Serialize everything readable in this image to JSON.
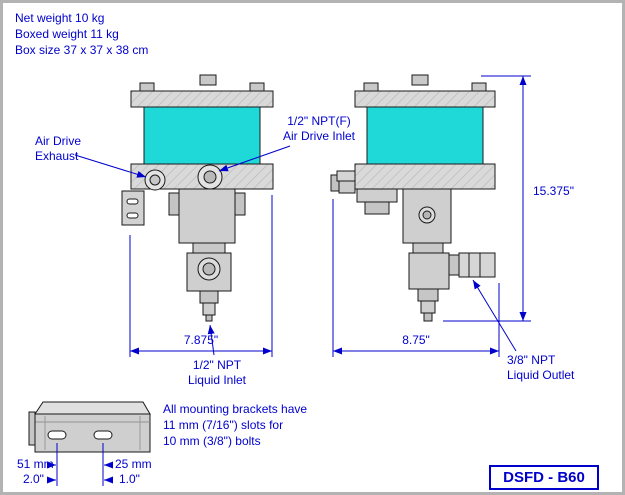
{
  "colors": {
    "label_blue": "#0000cc",
    "pump_cyan": "#1fd9d9",
    "metal_gray": "#d6d6d6",
    "outline_black": "#1a1a1a"
  },
  "notes": {
    "net_weight": "Net weight 10 kg",
    "boxed_weight": "Boxed weight 11 kg",
    "box_size": "Box size 37 x 37 x 38 cm"
  },
  "port_labels": {
    "exhaust_line1": "Air Drive",
    "exhaust_line2": "Exhaust",
    "air_inlet_line1": "1/2\" NPT(F)",
    "air_inlet_line2": "Air Drive Inlet",
    "liquid_inlet_line1": "1/2\" NPT",
    "liquid_inlet_line2": "Liquid Inlet",
    "liquid_outlet_line1": "3/8\" NPT",
    "liquid_outlet_line2": "Liquid Outlet"
  },
  "dimensions": {
    "overall_height": "15.375\"",
    "front_width": "7.875\"",
    "side_depth": "8.75\"",
    "bracket_spacing_mm": "51 mm",
    "bracket_spacing_in": "2.0\"",
    "bracket_offset_mm": "25 mm",
    "bracket_offset_in": "1.0\""
  },
  "bracket_note": {
    "line1": "All mounting brackets have",
    "line2": "11 mm (7/16\") slots for",
    "line3": "10 mm (3/8\") bolts"
  },
  "model": "DSFD - B60"
}
